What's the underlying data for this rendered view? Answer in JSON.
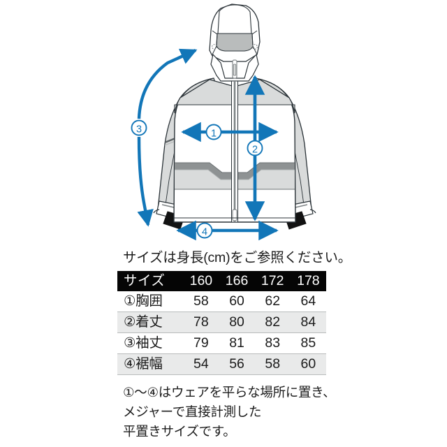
{
  "page": {
    "background_color": "#ffffff",
    "accent_color": "#1276b8",
    "header_bg_color": "#050505",
    "row_shade_color": "#e9eaea"
  },
  "illustration": {
    "alt": "technical drawing of a hooded jacket, front view, with measurement arrows",
    "garment_fill": "#ffffff",
    "garment_shade": "#d9dbdb",
    "garment_shade_dark": "#8e9293",
    "outline_color": "#2b3338",
    "markers": [
      {
        "id": "1",
        "label": "①",
        "measure": "chest width",
        "orientation": "horizontal"
      },
      {
        "id": "2",
        "label": "②",
        "measure": "body length",
        "orientation": "vertical"
      },
      {
        "id": "3",
        "label": "③",
        "measure": "sleeve length",
        "orientation": "curved"
      },
      {
        "id": "4",
        "label": "④",
        "measure": "hem width",
        "orientation": "horizontal"
      }
    ]
  },
  "caption": {
    "text": "サイズは身長(cm)をご参照ください。"
  },
  "table": {
    "header": [
      "サイズ",
      "160",
      "166",
      "172",
      "178"
    ],
    "rows": [
      {
        "label": "①胸囲",
        "values": [
          "58",
          "60",
          "62",
          "64"
        ],
        "shaded": false
      },
      {
        "label": "②着丈",
        "values": [
          "78",
          "80",
          "82",
          "84"
        ],
        "shaded": true
      },
      {
        "label": "③袖丈",
        "values": [
          "79",
          "81",
          "83",
          "85"
        ],
        "shaded": false
      },
      {
        "label": "④裾幅",
        "values": [
          "54",
          "56",
          "58",
          "60"
        ],
        "shaded": true
      }
    ]
  },
  "footnote": {
    "line1": "①〜④はウェアを平らな場所に置き、",
    "line2": "メジャーで直接計測した",
    "line3": "平置きサイズです。"
  }
}
